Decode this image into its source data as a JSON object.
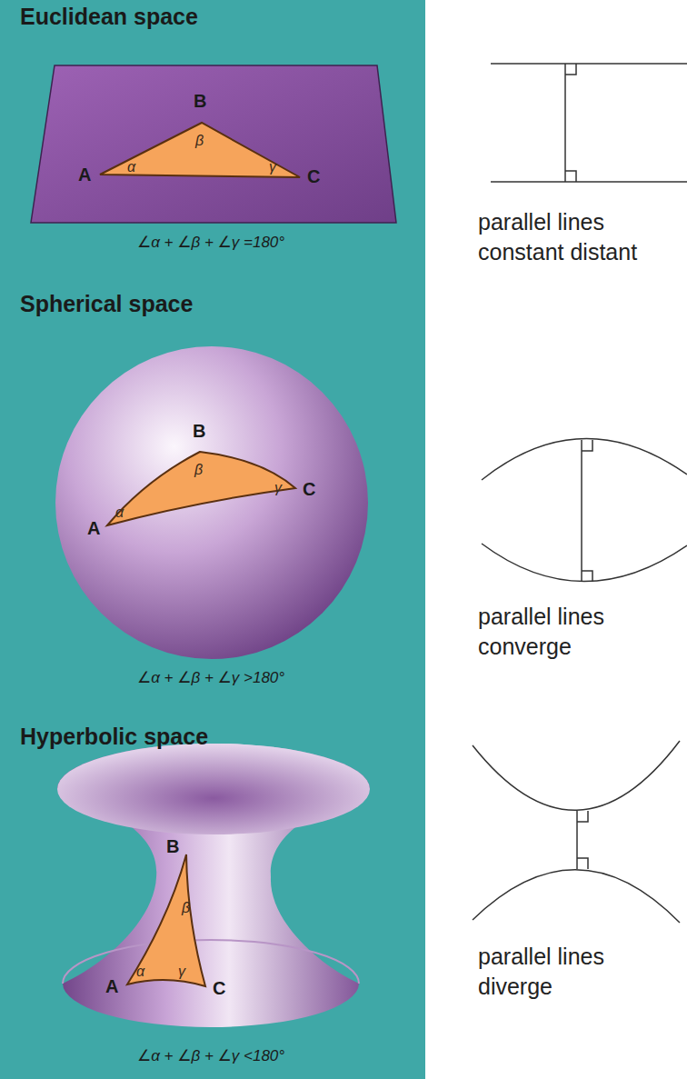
{
  "diagram": {
    "labels": [
      "Euclidean space",
      "B",
      "β",
      "A",
      "α",
      "γ",
      "C",
      "∠α + ∠β + ∠γ =180°",
      "parallel lines constant distant",
      "Spherical space",
      "B",
      "β",
      "A",
      "α",
      "γ",
      "C",
      "∠α + ∠β + ∠γ >180°",
      "parallel lines converge",
      "Hyperbolic space",
      "B",
      "β",
      "A",
      "α",
      "γ",
      "C",
      "∠α + ∠β + ∠γ <180°",
      "parallel lines diverge"
    ]
  }
}
